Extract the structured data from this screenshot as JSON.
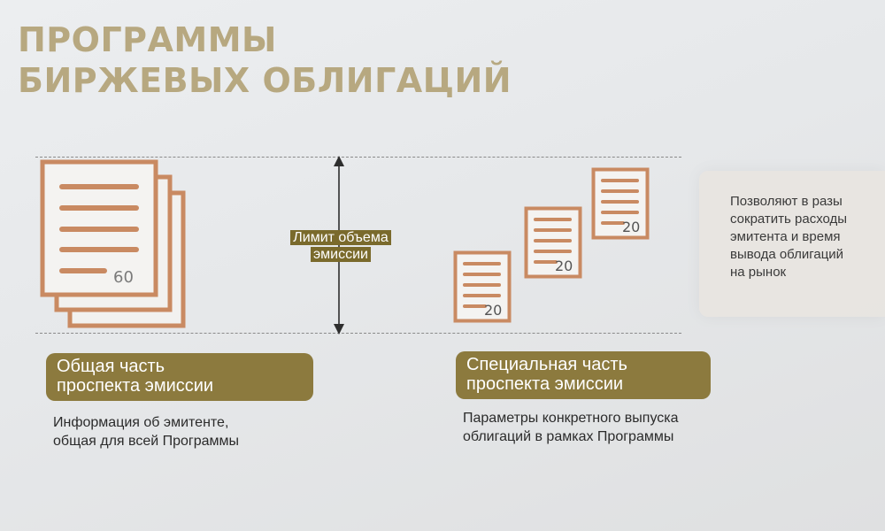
{
  "slide": {
    "title_line1": "ПРОГРАММЫ",
    "title_line2": "БИРЖЕВЫХ ОБЛИГАЦИЙ"
  },
  "diagram": {
    "limit_label": "Лимит объема эмиссии",
    "general_doc_number": "60",
    "special_doc_numbers": [
      "20",
      "20",
      "20"
    ]
  },
  "general_part": {
    "label_line1": "Общая часть",
    "label_line2": "проспекта эмиссии",
    "desc_line1": "Информация об эмитенте,",
    "desc_line2": "общая для всей Программы"
  },
  "special_part": {
    "label_line1": "Специальная часть",
    "label_line2": "проспекта эмиссии",
    "desc_line1": "Параметры конкретного выпуска",
    "desc_line2": "облигаций в рамках Программы"
  },
  "side_note": {
    "line1": "Позволяют в разы",
    "line2": "сократить расходы",
    "line3": "эмитента и время",
    "line4": "вывода облигаций",
    "line5": "на рынок"
  },
  "colors": {
    "title": "#b7a880",
    "accent_brown": "#8c7a3e",
    "doc_stroke": "#c98a62"
  }
}
